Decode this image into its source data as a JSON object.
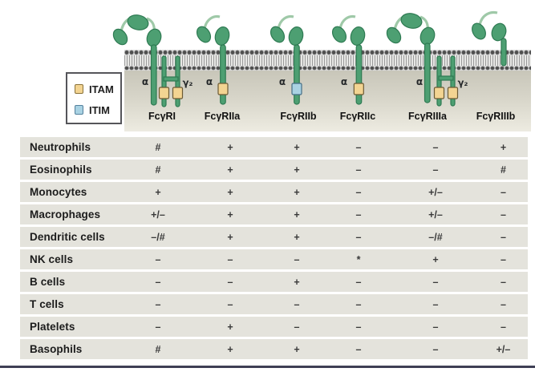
{
  "legend": {
    "items": [
      {
        "label": "ITAM",
        "color": "#f3d492"
      },
      {
        "label": "ITIM",
        "color": "#a9d2e3"
      }
    ]
  },
  "receptors": [
    {
      "label": "FcγRI",
      "alpha_label": "α",
      "gamma_label": "γ₂"
    },
    {
      "label": "FcγRIIa",
      "alpha_label": "α"
    },
    {
      "label": "FcγRIIb",
      "alpha_label": "α"
    },
    {
      "label": "FcγRIIc",
      "alpha_label": "α"
    },
    {
      "label": "FcγRIIIa",
      "alpha_label": "α",
      "gamma_label": "γ₂"
    },
    {
      "label": "FcγRIIIb"
    }
  ],
  "table": {
    "rows": [
      {
        "label": "Neutrophils",
        "values": [
          "#",
          "+",
          "+",
          "–",
          "–",
          "+"
        ]
      },
      {
        "label": "Eosinophils",
        "values": [
          "#",
          "+",
          "+",
          "–",
          "–",
          "#"
        ]
      },
      {
        "label": "Monocytes",
        "values": [
          "+",
          "+",
          "+",
          "–",
          "+/–",
          "–"
        ]
      },
      {
        "label": "Macrophages",
        "values": [
          "+/–",
          "+",
          "+",
          "–",
          "+/–",
          "–"
        ]
      },
      {
        "label": "Dendritic cells",
        "values": [
          "–/#",
          "+",
          "+",
          "–",
          "–/#",
          "–"
        ]
      },
      {
        "label": "NK cells",
        "values": [
          "–",
          "–",
          "–",
          "*",
          "+",
          "–"
        ]
      },
      {
        "label": "B cells",
        "values": [
          "–",
          "–",
          "+",
          "–",
          "–",
          "–"
        ]
      },
      {
        "label": "T cells",
        "values": [
          "–",
          "–",
          "–",
          "–",
          "–",
          "–"
        ]
      },
      {
        "label": "Platelets",
        "values": [
          "–",
          "+",
          "–",
          "–",
          "–",
          "–"
        ]
      },
      {
        "label": "Basophils",
        "values": [
          "#",
          "+",
          "+",
          "–",
          "–",
          "+/–"
        ]
      }
    ]
  },
  "colors": {
    "receptor_green": "#4d9f72",
    "receptor_outline": "#2e7a52",
    "connector_light_green": "#9fc9a8",
    "itam_yellow": "#f3d492",
    "itim_blue": "#a9d2e3",
    "row_background": "#e4e3dc",
    "membrane_head_gray": "#4e4e4e",
    "cytoplasm_top": "#c8c6b9",
    "bottom_rule": "#3e3f55"
  }
}
